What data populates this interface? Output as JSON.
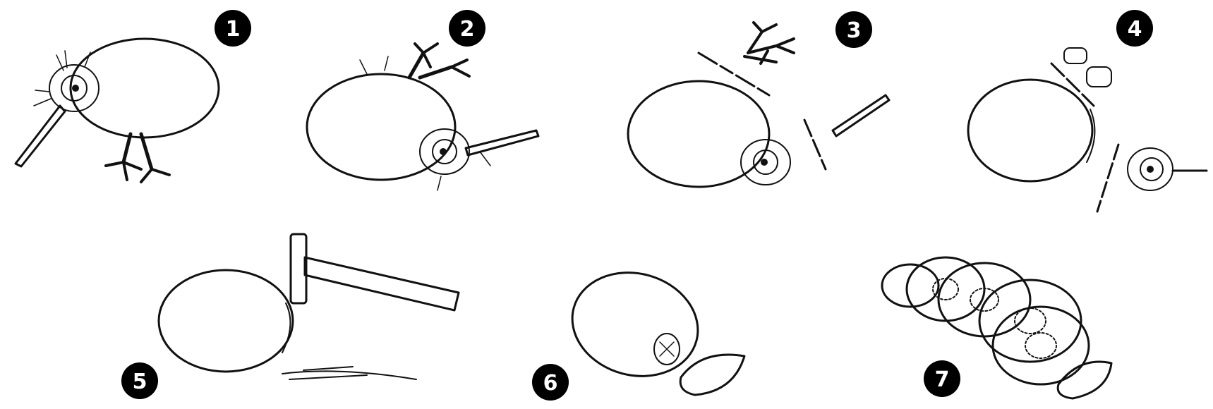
{
  "steps": [
    {
      "number": "1",
      "subject": "kiwi-bird-standing"
    },
    {
      "number": "2",
      "subject": "kiwi-bird-upside-down"
    },
    {
      "number": "3",
      "subject": "kiwi-bird-legs-and-beak-cut"
    },
    {
      "number": "4",
      "subject": "kiwi-bird-head-and-tail-cut"
    },
    {
      "number": "5",
      "subject": "kiwi-fruit-being-shaved-with-razor"
    },
    {
      "number": "6",
      "subject": "peeled-kiwi-fruit"
    },
    {
      "number": "7",
      "subject": "sliced-kiwi-fruit"
    }
  ],
  "colors": {
    "ink": "#111111",
    "background": "#ffffff"
  }
}
